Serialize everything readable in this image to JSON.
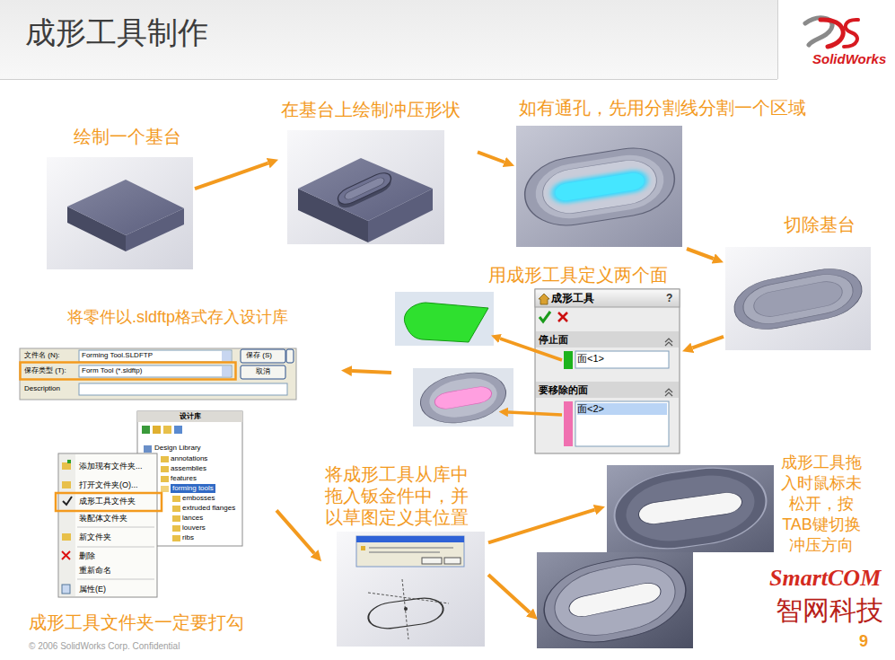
{
  "diagram": {
    "title": "成形工具制作",
    "nodes": [
      {
        "text": [
          "绘制一个基台"
        ]
      },
      {
        "text": [
          "在基台上绘制冲压形状"
        ]
      },
      {
        "text": [
          "如有通孔，先用分割线分割一个区域"
        ]
      },
      {
        "text": [
          "切除基台"
        ]
      },
      {
        "text": [
          "用成形工具定义两个面"
        ]
      },
      {
        "text": [
          "成形工具",
          "?",
          "停止面",
          "面<1>",
          "要移除的面",
          "面<2>"
        ],
        "in": 4
      },
      {
        "text": [
          "将零件以.sldftp格式存入设计库",
          "文件名 (N):",
          "Forming Tool.SLDFTP",
          "保存 (S)",
          "保存类型 (T):",
          "Form Tool (*.sldftp)",
          "取消",
          "Description"
        ]
      },
      {
        "text": [
          "成形工具文件夹一定要打勾"
        ]
      },
      {
        "text": [
          "设计库",
          "Design Library",
          "annotations",
          "assemblies",
          "features",
          "forming tools",
          "embosses",
          "extruded flanges",
          "lances",
          "louvers",
          "ribs"
        ],
        "in": 7
      },
      {
        "text": [
          "添加现有文件夹...",
          "打开文件夹(O)...",
          "成形工具文件夹",
          "装配体文件夹",
          "新文件夹",
          "删除",
          "重新命名",
          "属性(E)"
        ],
        "in": 7
      },
      {
        "text": [
          "将成形工具从库中拖入钣金件中，并以草图定义其位置"
        ]
      },
      {
        "text": [
          "成形工具拖入时鼠标未松开，按TAB键切换冲压方向"
        ]
      }
    ],
    "edges": [
      {
        "from": 0,
        "to": 1,
        "arrow": "to"
      },
      {
        "from": 1,
        "to": 2,
        "arrow": "to"
      },
      {
        "from": 2,
        "to": 3,
        "arrow": "to"
      },
      {
        "from": 3,
        "to": 4,
        "arrow": "to"
      },
      {
        "from": 4,
        "to": 6,
        "arrow": "to"
      },
      {
        "from": 7,
        "to": 10,
        "arrow": "to"
      },
      {
        "from": 10,
        "to": 11,
        "arrow": "to"
      }
    ],
    "labels": [
      "SolidWorks",
      "SmartCOM",
      "智网科技",
      "© 2006 SolidWorks Corp. Confidential",
      "9"
    ]
  }
}
